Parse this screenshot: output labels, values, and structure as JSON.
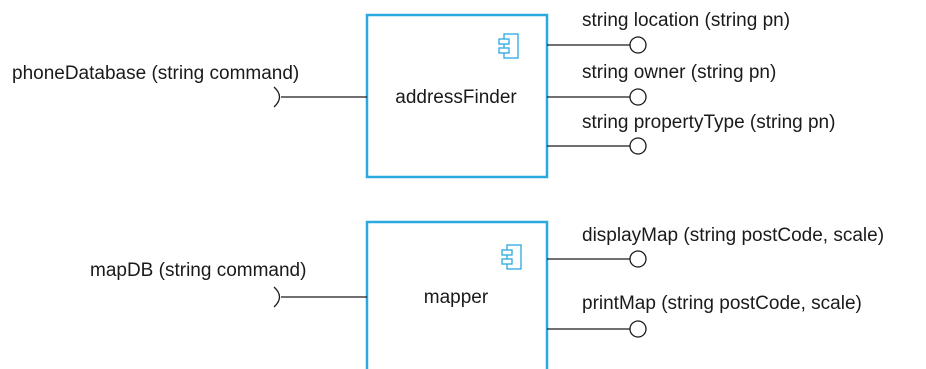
{
  "components": [
    {
      "name": "addressFinder",
      "required_interfaces": [
        "phoneDatabase (string command)"
      ],
      "provided_interfaces": [
        "string location (string pn)",
        "string owner (string pn)",
        "string propertyType (string pn)"
      ]
    },
    {
      "name": "mapper",
      "required_interfaces": [
        "mapDB (string command)"
      ],
      "provided_interfaces": [
        "displayMap (string postCode, scale)",
        "printMap (string postCode, scale)"
      ]
    }
  ],
  "colors": {
    "component_border": "#29a9e0",
    "line": "#1a1a1a"
  },
  "icons": {
    "component": "uml-component-icon"
  }
}
